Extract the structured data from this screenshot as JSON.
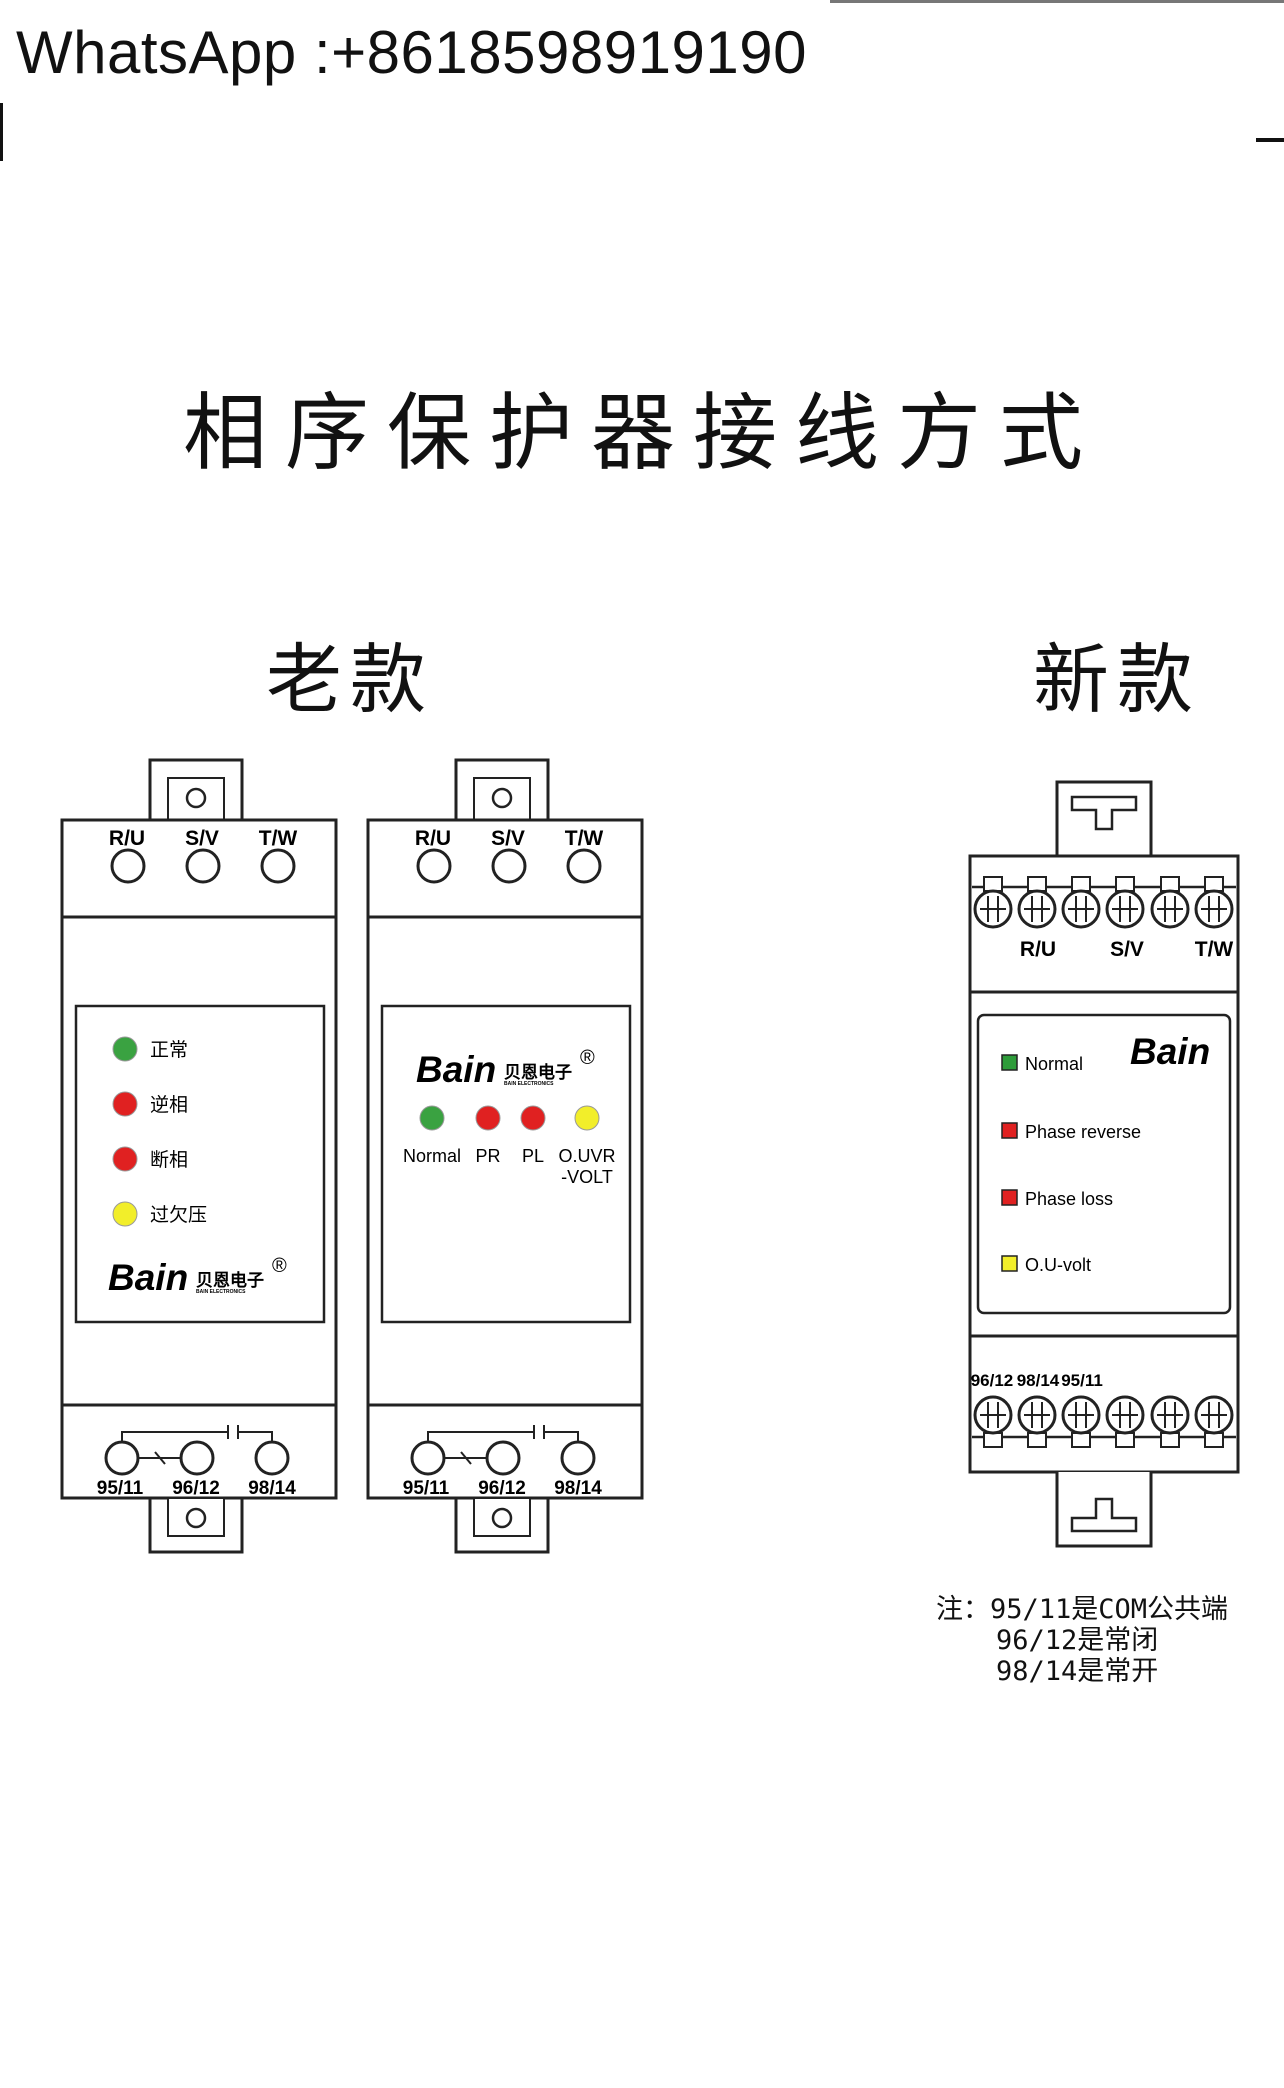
{
  "header": {
    "whatsapp": "WhatsApp :+8618598919190"
  },
  "title": "相序保护器接线方式",
  "sections": {
    "old_label": "老款",
    "new_label": "新款"
  },
  "devices": {
    "terminals_top": [
      "R/U",
      "S/V",
      "T/W"
    ],
    "terminals_bottom": [
      "95/11",
      "96/12",
      "98/14"
    ],
    "old_a": {
      "leds": [
        {
          "label": "正常",
          "color": "#3aa241"
        },
        {
          "label": "逆相",
          "color": "#e02121"
        },
        {
          "label": "断相",
          "color": "#e02121"
        },
        {
          "label": "过欠压",
          "color": "#f2ee2a"
        }
      ]
    },
    "old_b": {
      "leds": [
        {
          "label": "Normal",
          "color": "#3aa241"
        },
        {
          "label": "PR",
          "color": "#e02121"
        },
        {
          "label": "PL",
          "color": "#e02121"
        },
        {
          "label": "O.UVR",
          "label2": "-VOLT",
          "color": "#f2ee2a"
        }
      ]
    },
    "brand": {
      "logo": "Bain",
      "cn": "贝恩电子",
      "en": "BAIN ELECTRONICS",
      "reg": "®"
    },
    "new": {
      "top_labels": [
        "R/U",
        "S/V",
        "T/W"
      ],
      "bottom_labels": [
        "96/12",
        "98/14",
        "95/11"
      ],
      "leds": [
        {
          "label": "Normal",
          "color": "#2e9c3a"
        },
        {
          "label": "Phase reverse",
          "color": "#e02121"
        },
        {
          "label": "Phase loss",
          "color": "#e02121"
        },
        {
          "label": "O.U-volt",
          "color": "#f2ee2a"
        }
      ]
    }
  },
  "note": {
    "line1": "注：95/11是COM公共端",
    "line2": "96/12是常闭",
    "line3": "98/14是常开"
  }
}
